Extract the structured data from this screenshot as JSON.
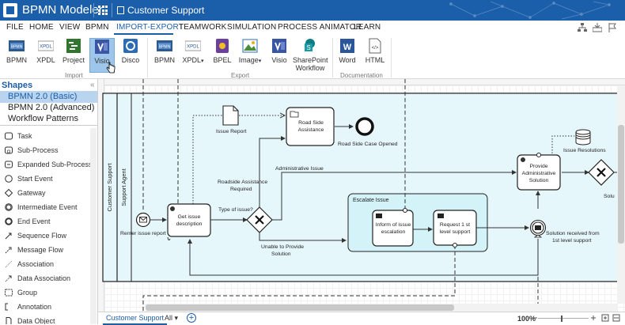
{
  "app": {
    "title": "BPMN Modeler",
    "document_title": "Customer Support"
  },
  "menu": [
    "FILE",
    "HOME",
    "VIEW",
    "BPMN",
    "IMPORT-EXPORT",
    "TEAMWORK",
    "SIMULATION",
    "PROCESS ANIMATOR",
    "LEARN"
  ],
  "menu_active": "IMPORT-EXPORT",
  "ribbon": {
    "import": {
      "label": "Import",
      "buttons": [
        "BPMN",
        "XPDL",
        "Project",
        "Visio",
        "Disco"
      ]
    },
    "export": {
      "label": "Export",
      "buttons": [
        "BPMN",
        "XPDL",
        "BPEL",
        "Image",
        "Visio",
        "SharePoint",
        "Workflow"
      ]
    },
    "documentation": {
      "label": "Documentation",
      "buttons": [
        "Word",
        "HTML"
      ]
    },
    "icon_texts": {
      "bpmn": "BPMN",
      "xpdl": "XPDL"
    },
    "selected_button": "Visio"
  },
  "sidebar": {
    "title": "Shapes",
    "collapse_glyph": "«",
    "libraries": [
      "BPMN 2.0 (Basic)",
      "BPMN 2.0 (Advanced)",
      "Workflow Patterns"
    ],
    "shapes": [
      "Task",
      "Sub-Process",
      "Expanded Sub-Process",
      "Start Event",
      "Gateway",
      "Intermediate Event",
      "End Event",
      "Sequence Flow",
      "Message Flow",
      "Association",
      "Data Association",
      "Group",
      "Annotation",
      "Data Object"
    ]
  },
  "diagram": {
    "pool": "Customer Support",
    "lane": "Support Agent",
    "group": "Escalate Issue",
    "tasks": {
      "get_issue": [
        "Get issue",
        "description"
      ],
      "road_side": [
        "Road Side",
        "Assistance"
      ],
      "provide": [
        "Provide",
        "Administrative",
        "Solution"
      ],
      "inform": [
        "Inform of issue",
        "escalation"
      ],
      "request": [
        "Request 1 st",
        "level support"
      ]
    },
    "labels": {
      "renter": "Renter issue report",
      "issue_report": "Issue Report",
      "road_case": "Road Side Case Opened",
      "roadside_req": [
        "Roadside Assistance",
        "Required"
      ],
      "admin_issue": "Administrative Issue",
      "type": "Type of issue?",
      "unable": [
        "Unable to Provide",
        "Solution"
      ],
      "issue_res": "Issue Resolutions",
      "sol_received": [
        "Solution received from",
        "1st level support"
      ],
      "solu": "Solu"
    }
  },
  "status": {
    "page_tab": "Customer Support",
    "all_tab": "All",
    "add_glyph": "+",
    "zoom": "100%"
  },
  "colors": {
    "accent": "#1b5eaa",
    "pool_fill": "#e6f7fb",
    "group_fill": "#d4f3f8"
  }
}
